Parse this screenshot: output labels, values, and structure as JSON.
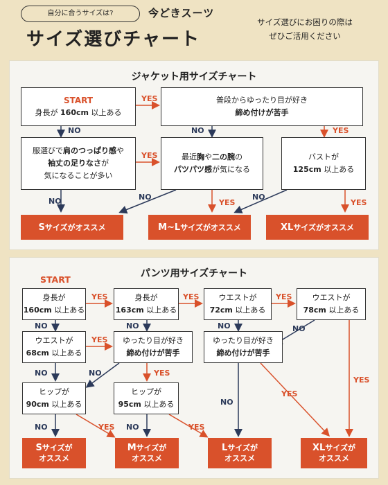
{
  "header": {
    "pill": "自分に合うサイズは?",
    "pill_sub": "今どきスーツ",
    "title": "サイズ選びチャート",
    "note_line1": "サイズ選びにお困りの際は",
    "note_line2": "ぜひご活用ください"
  },
  "jacket": {
    "title": "ジャケット用サイズチャート",
    "n1": {
      "start": "START",
      "line": "身長が",
      "bold": "160cm",
      "rest": "以上ある"
    },
    "n2": {
      "line1": "普段からゆったり目が好き",
      "line2": "締め付けが苦手"
    },
    "n3": {
      "line1a": "服選びで",
      "line1b": "肩のつっぱり感",
      "line1c": "や",
      "line2a": "袖丈の足りなさ",
      "line2b": "が",
      "line3": "気になることが多い"
    },
    "n4": {
      "line1a": "最近",
      "line1b": "胸",
      "line1c": "や",
      "line1d": "二の腕",
      "line1e": "の",
      "line2a": "パツパツ感",
      "line2b": "が気になる"
    },
    "n5": {
      "line1": "バストが",
      "bold": "125cm",
      "rest": "以上ある"
    },
    "r1": {
      "size": "S",
      "text": "サイズがオススメ"
    },
    "r2": {
      "size": "M~L",
      "text": "サイズがオススメ"
    },
    "r3": {
      "size": "XL",
      "text": "サイズがオススメ"
    },
    "yes": "YES",
    "no": "NO"
  },
  "pants": {
    "title": "パンツ用サイズチャート",
    "start": "START",
    "a1": {
      "line1": "身長が",
      "bold": "160cm",
      "rest": "以上ある"
    },
    "a2": {
      "line1": "身長が",
      "bold": "163cm",
      "rest": "以上ある"
    },
    "a3": {
      "line1": "ウエストが",
      "bold": "72cm",
      "rest": "以上ある"
    },
    "a4": {
      "line1": "ウエストが",
      "bold": "78cm",
      "rest": "以上ある"
    },
    "b1": {
      "line1": "ウエストが",
      "bold": "68cm",
      "rest": "以上ある"
    },
    "b2": {
      "line1": "ゆったり目が好き",
      "line2": "締め付けが苦手"
    },
    "b3": {
      "line1": "ゆったり目が好き",
      "line2": "締め付けが苦手"
    },
    "c1": {
      "line1": "ヒップが",
      "bold": "90cm",
      "rest": "以上ある"
    },
    "c2": {
      "line1": "ヒップが",
      "bold": "95cm",
      "rest": "以上ある"
    },
    "r1": {
      "size": "S",
      "text": "サイズが",
      "line2": "オススメ"
    },
    "r2": {
      "size": "M",
      "text": "サイズが",
      "line2": "オススメ"
    },
    "r3": {
      "size": "L",
      "text": "サイズが",
      "line2": "オススメ"
    },
    "r4": {
      "size": "XL",
      "text": "サイズが",
      "line2": "オススメ"
    },
    "yes": "YES",
    "no": "NO"
  },
  "colors": {
    "accent": "#d9512b",
    "navy": "#2c3a5a",
    "background": "#efe3c3",
    "panel": "#f6f5f1"
  }
}
